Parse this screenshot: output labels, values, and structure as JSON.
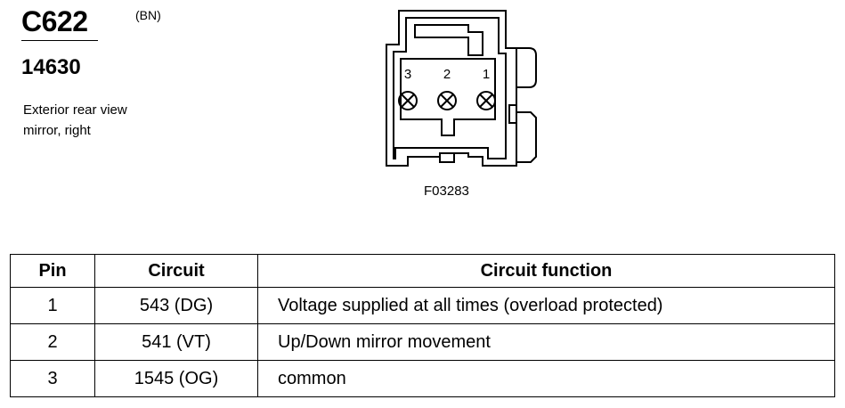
{
  "connector": {
    "id": "C622",
    "color_code": "(BN)",
    "part_number": "14630",
    "description_line1": "Exterior rear view",
    "description_line2": "mirror, right"
  },
  "diagram": {
    "figure_id": "F03283",
    "pin_labels": [
      "3",
      "2",
      "1"
    ]
  },
  "table": {
    "headers": [
      "Pin",
      "Circuit",
      "Circuit function"
    ],
    "rows": [
      {
        "pin": "1",
        "circuit": "543 (DG)",
        "function": "Voltage supplied at all times (overload protected)"
      },
      {
        "pin": "2",
        "circuit": "541 (VT)",
        "function": "Up/Down mirror movement"
      },
      {
        "pin": "3",
        "circuit": "1545 (OG)",
        "function": "common"
      }
    ]
  }
}
